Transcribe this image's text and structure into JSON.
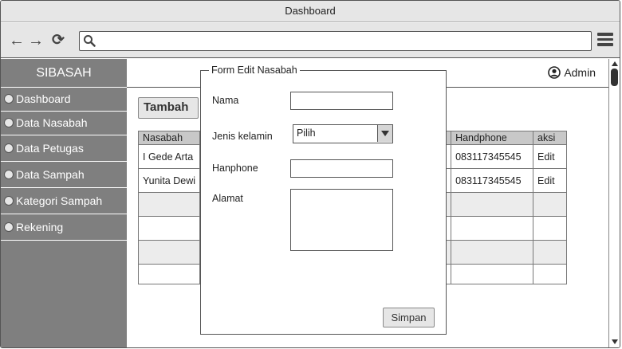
{
  "window": {
    "title": "Dashboard"
  },
  "browser": {
    "back_icon": "←",
    "forward_icon": "→",
    "reload_icon": "⟳",
    "url_value": "",
    "url_placeholder": ""
  },
  "sidebar": {
    "title": "SIBASAH",
    "items": [
      {
        "label": "Dashboard"
      },
      {
        "label": "Data Nasabah"
      },
      {
        "label": "Data Petugas"
      },
      {
        "label": "Data Sampah"
      },
      {
        "label": "Kategori Sampah"
      },
      {
        "label": "Rekening"
      }
    ]
  },
  "header": {
    "user_label": "Admin"
  },
  "toolbar": {
    "add_label": "Tambah"
  },
  "table": {
    "headers": [
      "Nasabah",
      "",
      "Handphone",
      "aksi"
    ],
    "rows": [
      [
        "I Gede Arta",
        "",
        "083117345545",
        "Edit"
      ],
      [
        "Yunita Dewi",
        "",
        "083117345545",
        "Edit"
      ],
      [
        "",
        "",
        "",
        ""
      ],
      [
        "",
        "",
        "",
        ""
      ],
      [
        "",
        "",
        "",
        ""
      ],
      [
        "",
        "",
        "",
        ""
      ]
    ]
  },
  "form": {
    "title": "Form Edit Nasabah",
    "nama_label": "Nama",
    "nama_value": "",
    "gender_label": "Jenis kelamin",
    "gender_value": "Pilih",
    "phone_label": "Hanphone",
    "phone_value": "",
    "alamat_label": "Alamat",
    "alamat_value": "",
    "save_label": "Simpan"
  },
  "colors": {
    "sidebar_bg": "#7f7f7f",
    "chrome_bg": "#e6e6e6",
    "table_header_bg": "#c8c8c8",
    "row_alt_bg": "#ececec"
  }
}
